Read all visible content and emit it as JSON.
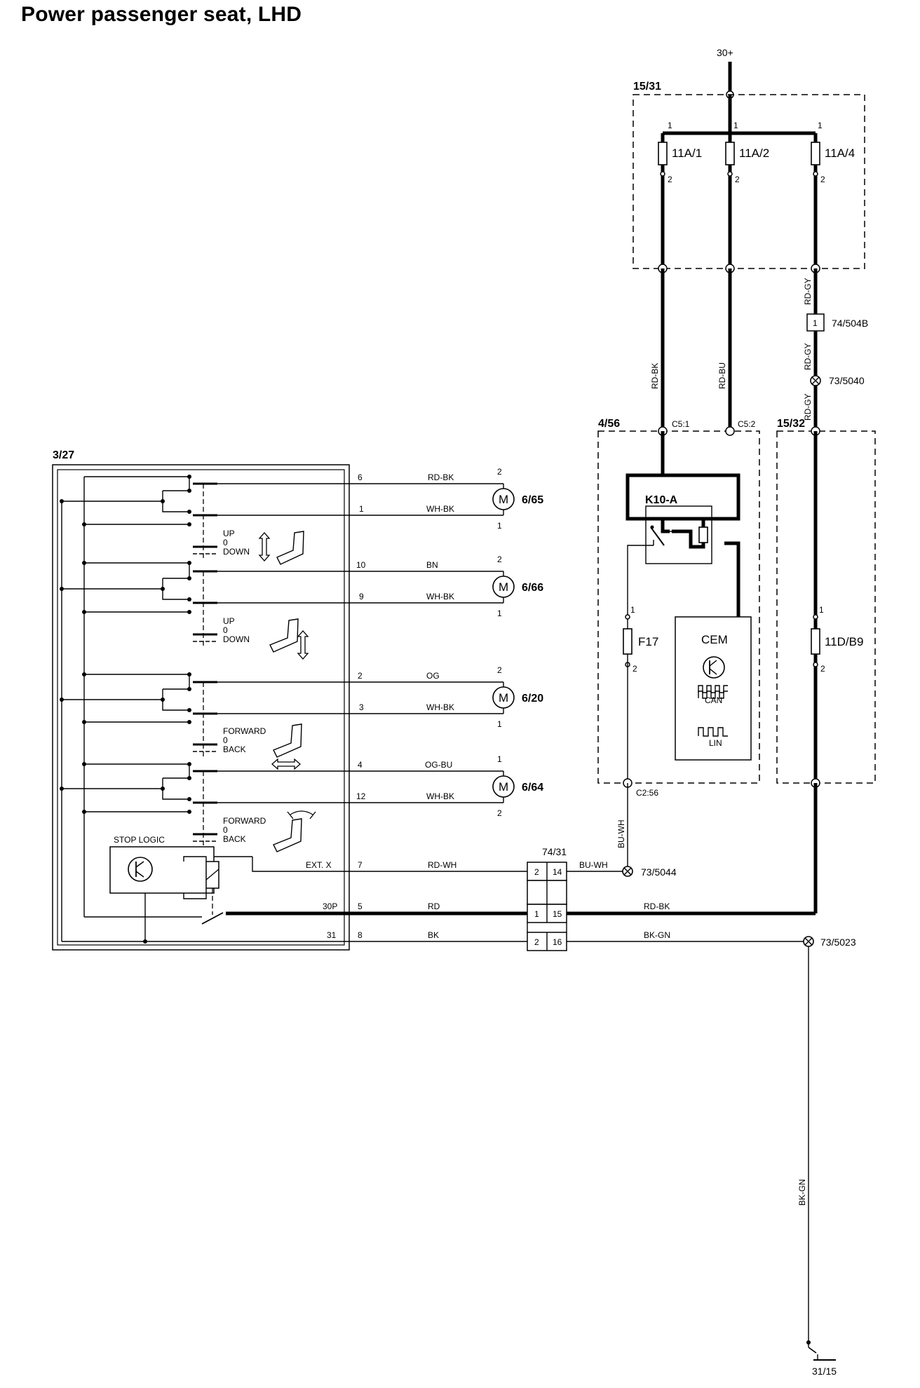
{
  "title": "Power passenger seat, LHD",
  "supply": "30+",
  "ground_label": "31/15",
  "blocks": {
    "fuse_box": "15/31",
    "relay_box": "4/56",
    "fuse_box_2": "15/32",
    "seat_module": "3/27"
  },
  "fuses": {
    "f1": "11A/1",
    "f2": "11A/2",
    "f3": "11A/4",
    "f17": "F17",
    "f_11d": "11D/B9"
  },
  "relay": "K10-A",
  "cem": {
    "name": "CEM",
    "can": "CAN",
    "lin": "LIN"
  },
  "connectors": {
    "c51": "C5:1",
    "c52": "C5:2",
    "c256": "C2:56",
    "c74504b": "74/504B",
    "c74504b_pin": "1",
    "c7431": "74/31"
  },
  "splices": {
    "s5040": "73/5040",
    "s5044": "73/5044",
    "s5023": "73/5023"
  },
  "wires": {
    "rdbk": "RD-BK",
    "rdbu": "RD-BU",
    "rdgy": "RD-GY",
    "buwh": "BU-WH",
    "bkgn": "BK-GN",
    "bn": "BN",
    "og": "OG",
    "ogbu": "OG-BU",
    "whbk": "WH-BK",
    "rdwh": "RD-WH",
    "rd": "RD",
    "bk": "BK"
  },
  "motors": {
    "m1": "6/65",
    "m2": "6/66",
    "m3": "6/20",
    "m4": "6/64",
    "symbol": "M"
  },
  "switch_labels": {
    "up": "UP",
    "zero": "0",
    "down": "DOWN",
    "forward": "FORWARD",
    "back": "BACK"
  },
  "stop_logic": "STOP LOGIC",
  "ext_x": "EXT. X",
  "p30": "30P",
  "p31": "31",
  "pins": {
    "p1": "1",
    "p2": "2",
    "p3": "3",
    "p4": "4",
    "p5": "5",
    "p6": "6",
    "p7": "7",
    "p8": "8",
    "p9": "9",
    "p10": "10",
    "p12": "12",
    "p14": "14",
    "p15": "15",
    "p16": "16"
  }
}
